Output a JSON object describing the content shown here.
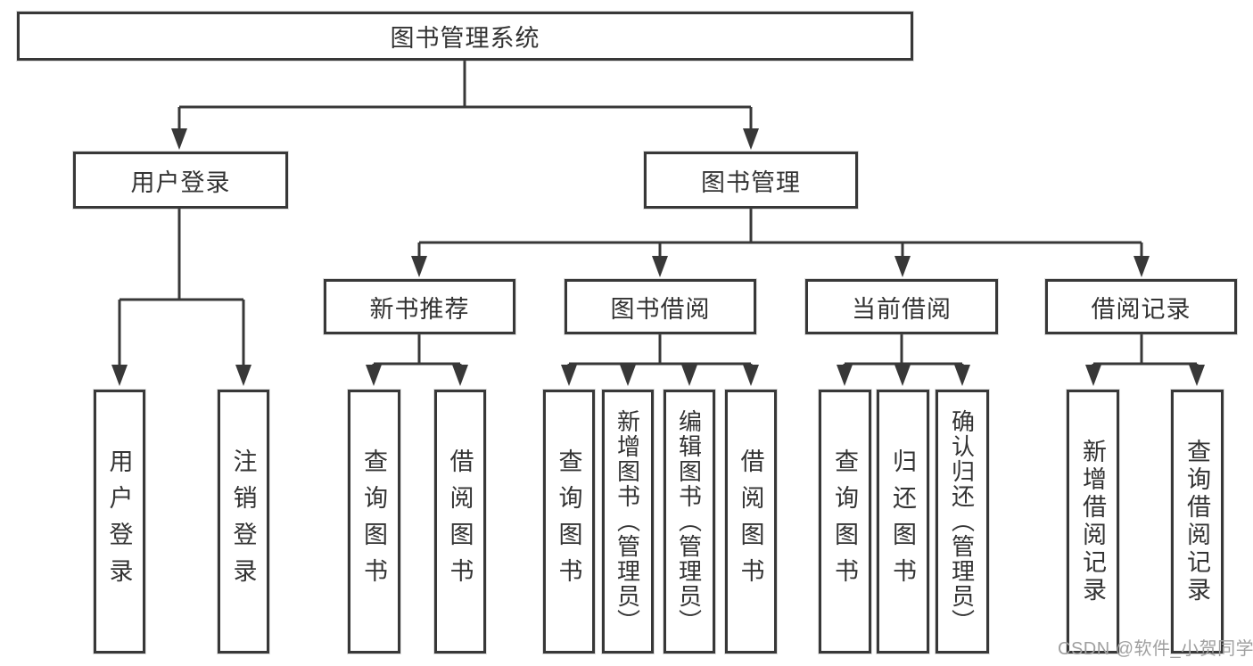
{
  "diagram": {
    "type": "tree",
    "root": {
      "label": "图书管理系统"
    },
    "branches": [
      {
        "label": "用户登录",
        "children": [
          {
            "label": "用户登录"
          },
          {
            "label": "注销登录"
          }
        ]
      },
      {
        "label": "图书管理",
        "children": [
          {
            "label": "新书推荐",
            "children": [
              {
                "label": "查询图书"
              },
              {
                "label": "借阅图书"
              }
            ]
          },
          {
            "label": "图书借阅",
            "children": [
              {
                "label": "查询图书"
              },
              {
                "label": "新增图书（管理员）"
              },
              {
                "label": "编辑图书（管理员）"
              },
              {
                "label": "借阅图书"
              }
            ]
          },
          {
            "label": "当前借阅",
            "children": [
              {
                "label": "查询图书"
              },
              {
                "label": "归还图书"
              },
              {
                "label": "确认归还（管理员）"
              }
            ]
          },
          {
            "label": "借阅记录",
            "children": [
              {
                "label": "新增借阅记录"
              },
              {
                "label": "查询借阅记录"
              }
            ]
          }
        ]
      }
    ],
    "colors": {
      "line": "#383838",
      "text": "#333333",
      "box_background": "#ffffff",
      "watermark": "#a0a0a0"
    }
  },
  "watermark": {
    "text": "CSDN @软件_小贺同学"
  }
}
